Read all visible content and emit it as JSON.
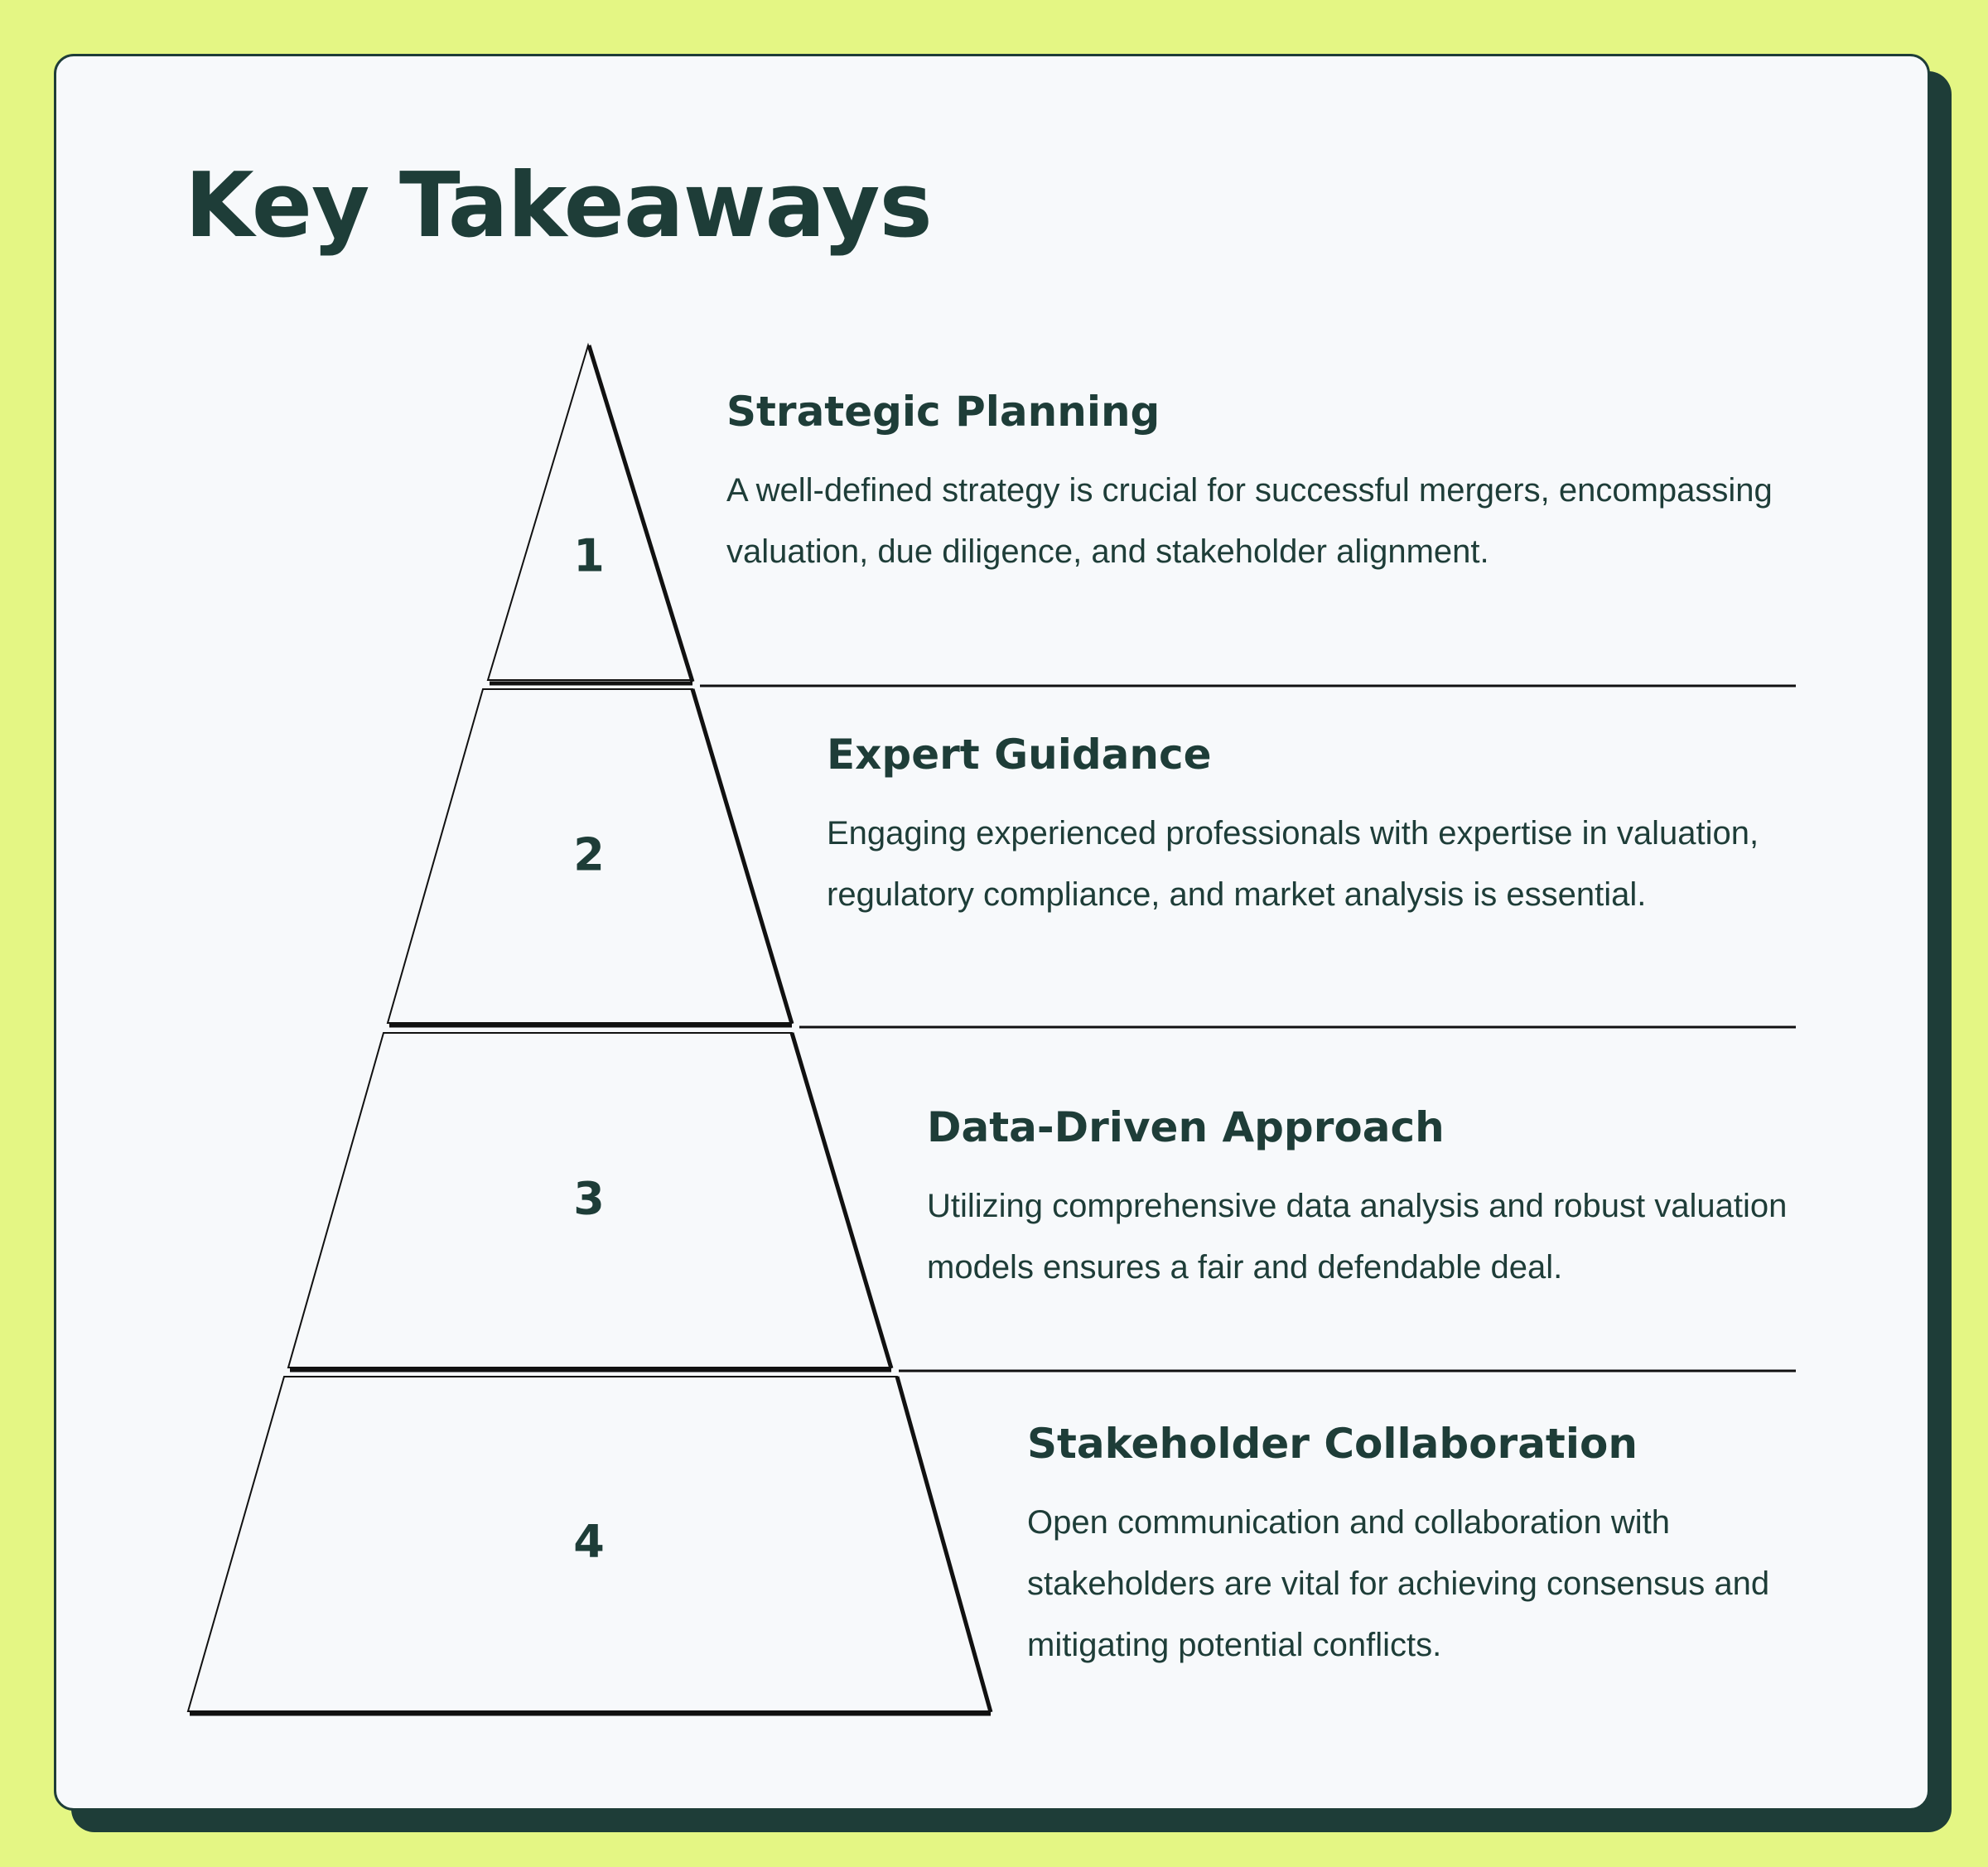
{
  "title": "Key Takeaways",
  "tiers": [
    {
      "number": "1",
      "heading": "Strategic Planning",
      "description": "A well-defined strategy is crucial for successful mergers, encompassing valuation, due diligence, and stakeholder alignment."
    },
    {
      "number": "2",
      "heading": "Expert Guidance",
      "description": "Engaging experienced professionals with expertise in valuation, regulatory compliance, and market analysis is essential."
    },
    {
      "number": "3",
      "heading": "Data-Driven Approach",
      "description": "Utilizing comprehensive data analysis and robust valuation models ensures a fair and defendable deal."
    },
    {
      "number": "4",
      "heading": "Stakeholder Collaboration",
      "description": "Open communication and collaboration with stakeholders are vital for achieving consensus and mitigating potential conflicts."
    }
  ],
  "colors": {
    "background": "#e4f684",
    "card": "#f7f9fb",
    "accent": "#1e3d38",
    "outline": "#111111"
  }
}
